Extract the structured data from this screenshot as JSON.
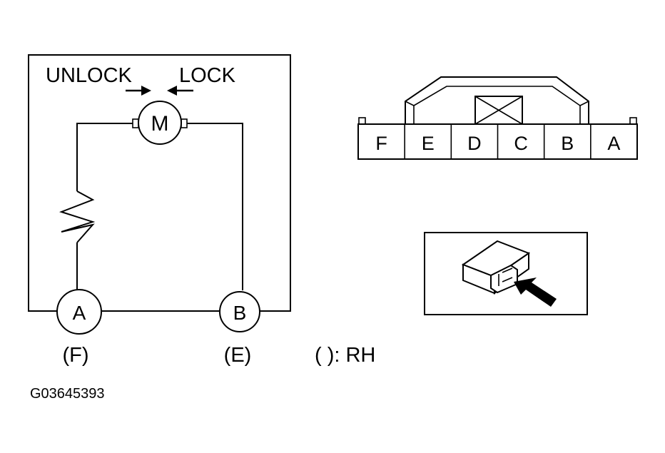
{
  "circuit": {
    "motor_label": "M",
    "unlock_label": "UNLOCK",
    "lock_label": "LOCK",
    "terminal_a": "A",
    "terminal_b": "B",
    "rh_terminal_a": "(F)",
    "rh_terminal_b": "(E)"
  },
  "legend": {
    "rh_note": "( ): RH"
  },
  "connector": {
    "pins": [
      "F",
      "E",
      "D",
      "C",
      "B",
      "A"
    ]
  },
  "figure_id": "G03645393",
  "icons": {
    "motor": "motor-symbol-icon",
    "resistor": "resistor-icon",
    "connector_lock": "connector-lock-icon",
    "actuator": "actuator-component-icon",
    "view_arrow": "view-direction-arrow-icon"
  }
}
